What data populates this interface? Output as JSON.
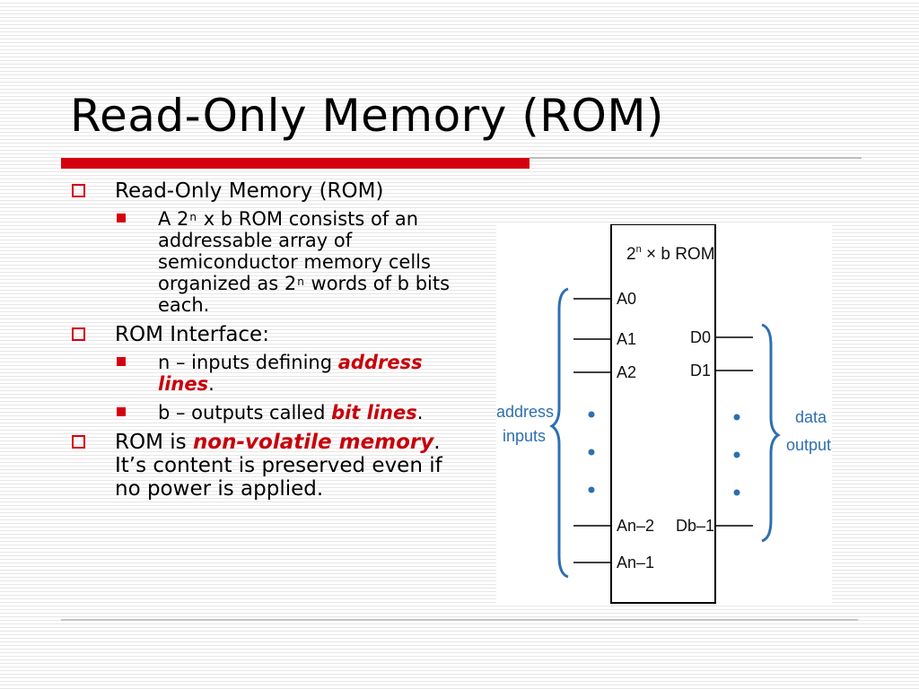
{
  "slide": {
    "title": "Read-Only Memory (ROM)",
    "bullets": [
      {
        "text": "Read-Only Memory (ROM)",
        "sub": [
          {
            "a": "A 2",
            "sup": "n",
            "b": " x b ROM consists of an addressable array of semiconductor memory cells organized as 2",
            "sup2": "n",
            "c": " words of b bits each."
          }
        ]
      },
      {
        "text": "ROM Interface:",
        "sub": [
          {
            "a": "n – inputs defining ",
            "em": "address lines",
            "c": "."
          },
          {
            "a": "b – outputs called ",
            "em": "bit lines",
            "c": "."
          }
        ]
      },
      {
        "a": "ROM is ",
        "em": "non-volatile memory",
        "c": ". It’s content is preserved even if no power is applied."
      }
    ]
  },
  "diagram": {
    "block_label_prefix": "2",
    "block_label_sup": "n",
    "block_label_suffix": " × b ROM",
    "inputs": [
      "A0",
      "A1",
      "A2",
      "An–2",
      "An–1"
    ],
    "outputs": [
      "D0",
      "D1",
      "Db–1"
    ],
    "left_group_label": [
      "address",
      "inputs"
    ],
    "right_group_label": [
      "data",
      "outputs"
    ]
  },
  "colors": {
    "accent_red": "#d4000f",
    "diagram_blue": "#2e6fb0"
  }
}
